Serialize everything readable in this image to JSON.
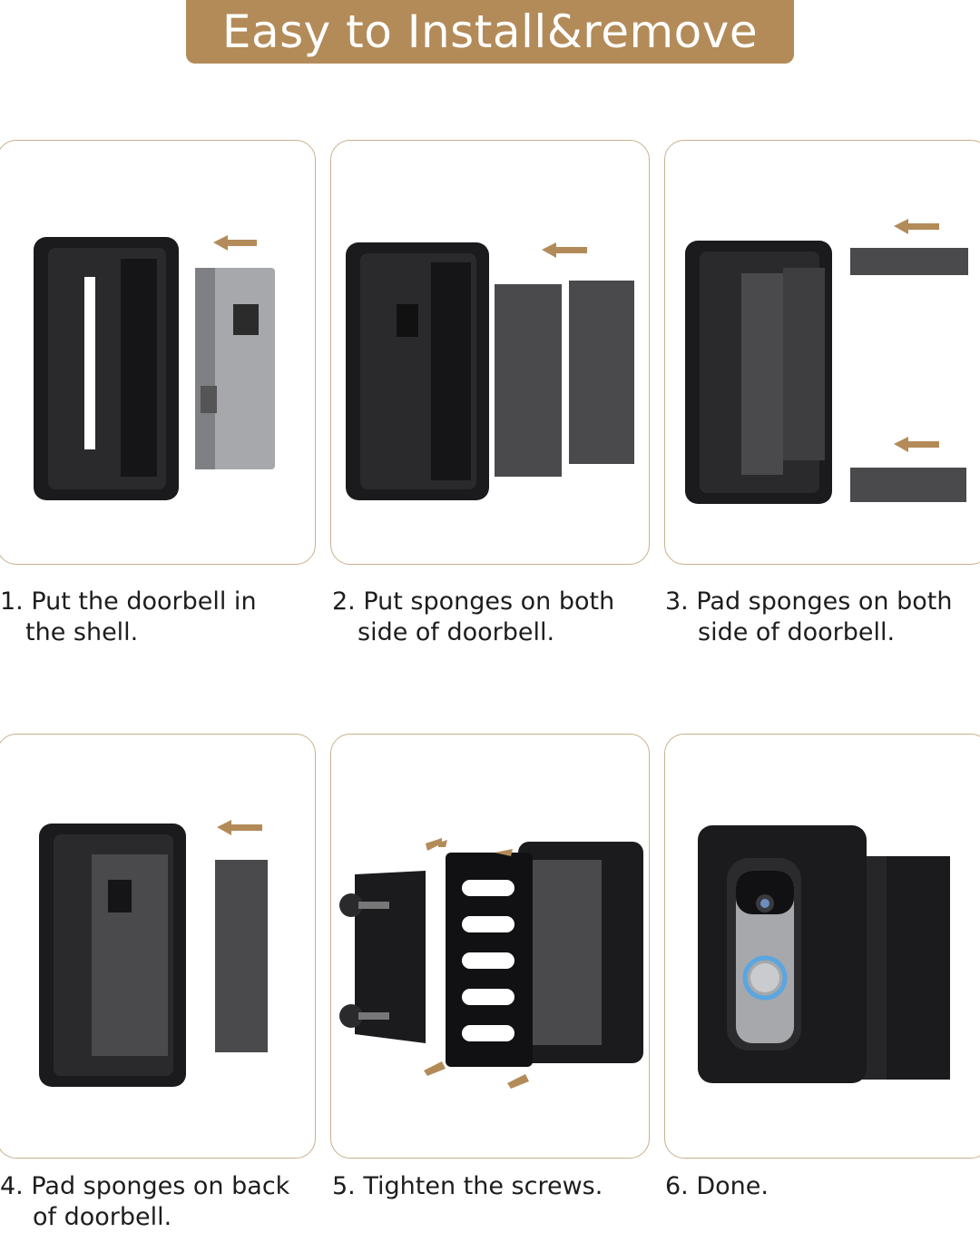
{
  "banner": {
    "title": "Easy to Install&remove"
  },
  "steps": [
    {
      "line1": "1. Put the doorbell in",
      "line2": "the shell."
    },
    {
      "line1": "2. Put sponges on both",
      "line2": "side of doorbell."
    },
    {
      "line1": "3. Pad sponges on both",
      "line2": "side of doorbell."
    },
    {
      "line1": "4. Pad sponges on back",
      "line2": "of doorbell."
    },
    {
      "line1": "5. Tighten the screws.",
      "line2": ""
    },
    {
      "line1": "6. Done.",
      "line2": ""
    }
  ],
  "colors": {
    "accent": "#b38b59",
    "panel_border": "#c9b08c",
    "shell": "#1b1b1d",
    "sponge": "#4a4a4c",
    "doorbell_silver": "#a6a8ab",
    "ring_blue": "#5aa6e0"
  },
  "icons": [
    "arrow-left-icon",
    "arrow-right-icon"
  ]
}
